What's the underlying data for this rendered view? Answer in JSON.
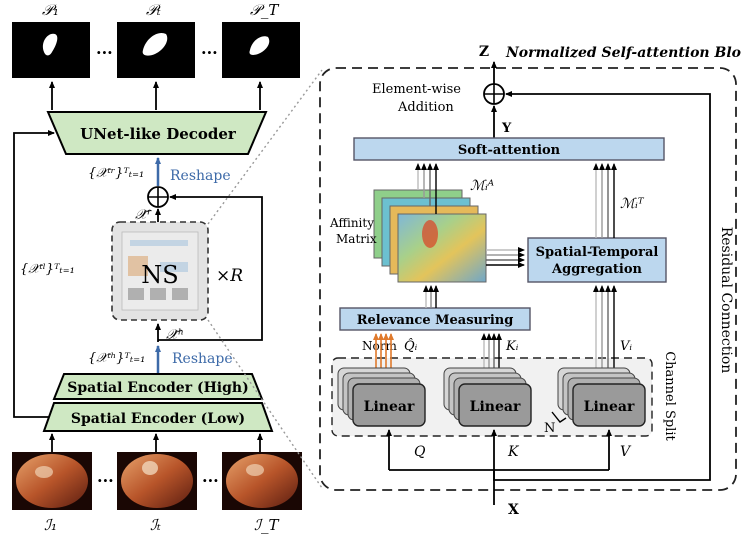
{
  "left_panel": {
    "predictions": [
      "𝒫₁",
      "𝒫ₜ",
      "𝒫_T"
    ],
    "ellipsis": "···",
    "decoder_label": "UNet-like Decoder",
    "decoder_input": "{𝒳ᵗʳ}ᵀₜ₌₁",
    "reshape_top": "Reshape",
    "x_r": "𝒳̃ʳ",
    "ns_label": "NS",
    "repeat_label": "×R",
    "low_features": "{𝒳ᵗˡ}ᵀₜ₌₁",
    "x_h": "𝒳̃ʰ",
    "high_features": "{𝒳ᵗʰ}ᵀₜ₌₁",
    "reshape_bottom": "Reshape",
    "encoder_high": "Spatial Encoder (High)",
    "encoder_low": "Spatial Encoder (Low)",
    "inputs": [
      "ℐ₁",
      "ℐₜ",
      "ℐ_T"
    ]
  },
  "right_panel": {
    "z_label": "Z",
    "block_title": "Normalized Self-attention Block",
    "elementwise_line1": "Element-wise",
    "elementwise_line2": "Addition",
    "y_label": "Y",
    "soft_attention": "Soft-attention",
    "affinity_label_line1": "Affinity",
    "affinity_label_line2": "Matrix",
    "m_a": "ℳᵢᴬ",
    "m_t": "ℳᵢᵀ",
    "spatial_temporal_line1": "Spatial-Temporal",
    "spatial_temporal_line2": "Aggregation",
    "relevance": "Relevance Measuring",
    "norm": "Norm",
    "q_hat": "Q̂ᵢ",
    "k_i": "Kᵢ",
    "v_i": "Vᵢ",
    "linear": "Linear",
    "n_label": "N",
    "q": "Q",
    "k": "K",
    "v": "V",
    "x_label": "X",
    "residual": "Residual Connection",
    "channel_split": "Channel Split"
  },
  "colors": {
    "green_box": "#cfe8c3",
    "blue_box": "#bcd7ee",
    "reshape_arrow": "#3d6aa8",
    "norm_orange": "#e07a2c"
  }
}
